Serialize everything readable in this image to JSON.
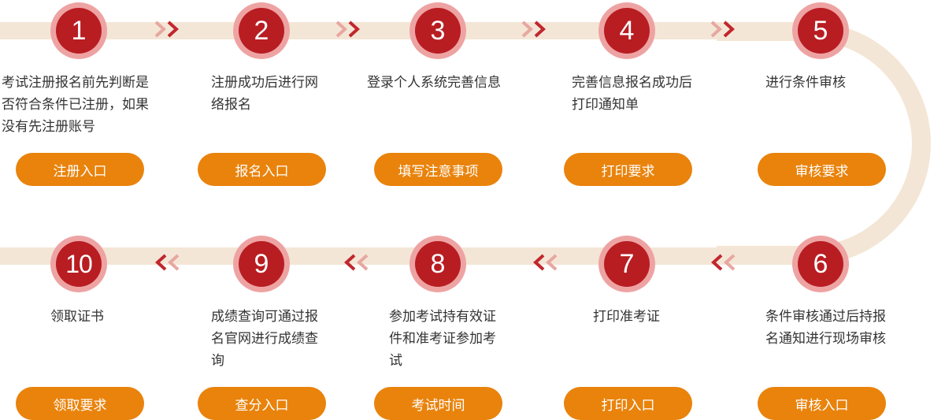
{
  "steps": [
    {
      "num": "1",
      "desc": "考试注册报名前先判断是否符合条件已注册，如果没有先注册账号",
      "button": "注册入口"
    },
    {
      "num": "2",
      "desc": "注册成功后进行网络报名",
      "button": "报名入口"
    },
    {
      "num": "3",
      "desc": "登录个人系统完善信息",
      "button": "填写注意事项"
    },
    {
      "num": "4",
      "desc": "完善信息报名成功后打印通知单",
      "button": "打印要求"
    },
    {
      "num": "5",
      "desc": "进行条件审核",
      "button": "审核要求"
    },
    {
      "num": "6",
      "desc": "条件审核通过后持报名通知进行现场审核",
      "button": "审核入口"
    },
    {
      "num": "7",
      "desc": "打印准考证",
      "button": "打印入口"
    },
    {
      "num": "8",
      "desc": "参加考试持有效证件和准考证参加考试",
      "button": "考试时间"
    },
    {
      "num": "9",
      "desc": "成绩查询可通过报名官网进行成绩查询",
      "button": "查分入口"
    },
    {
      "num": "10",
      "desc": "领取证书",
      "button": "领取要求"
    }
  ],
  "colors": {
    "track": "#f4e6d6",
    "circle_outer": "#eea3a3",
    "circle_inner": "#b81d22",
    "button": "#e9830c",
    "arrow": "#c0272d"
  }
}
